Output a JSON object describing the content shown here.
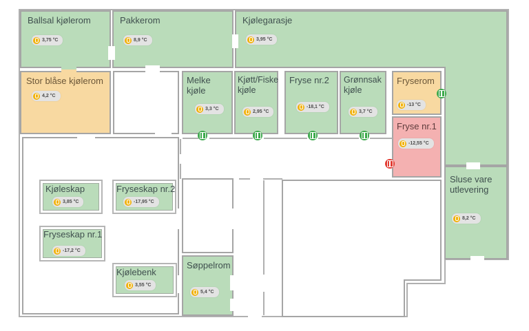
{
  "colors": {
    "room_ok": "#badcba",
    "room_warn": "#f8d9a1",
    "room_alert": "#f4b1b1",
    "wall": "#b0b0b0",
    "badge_bg": "#e3e3e3",
    "badge_icon": "#f2b20a",
    "door_ok": "#3da94c",
    "door_alert": "#e23b32"
  },
  "rooms": {
    "ballsal": {
      "name": "Ballsal kjølerom",
      "temp": "3,75 °C"
    },
    "pakkerom": {
      "name": "Pakkerom",
      "temp": "8,9 °C"
    },
    "kjolegarasje": {
      "name": "Kjølegarasje",
      "temp": "3,95 °C"
    },
    "stor_blase": {
      "name": "Stor blåse kjølerom",
      "temp": "4,2 °C"
    },
    "melke": {
      "name": "Melke kjøle",
      "temp": "3,3 °C"
    },
    "kjott_fiske": {
      "name": "Kjøtt/Fiske kjøle",
      "temp": "2,95 °C"
    },
    "fryse2": {
      "name": "Fryse  nr.2",
      "temp": "-18,1 °C"
    },
    "gronnsak": {
      "name": "Grønnsak kjøle",
      "temp": "3,7 °C"
    },
    "fryserom": {
      "name": "Fryserom",
      "temp": "-13 °C"
    },
    "fryse1": {
      "name": "Fryse  nr.1",
      "temp": "-12,55 °C"
    },
    "sluse": {
      "name": "Sluse vare utlevering",
      "temp": "8,2 °C"
    },
    "soppelrom": {
      "name": "Søppelrom",
      "temp": "5,4 °C"
    },
    "kjoleskap": {
      "name": "Kjøleskap",
      "temp": "3,85 °C"
    },
    "fryseskap2": {
      "name": "Fryseskap nr.2",
      "temp": "-17,95 °C"
    },
    "fryseskap1": {
      "name": "Fryseskap nr.1",
      "temp": "-17,2 °C"
    },
    "kjolebenk": {
      "name": "Kjølebenk",
      "temp": "3,55 °C"
    }
  },
  "door_sensors": [
    {
      "room": "Melke kjøle",
      "status": "ok"
    },
    {
      "room": "Kjøtt/Fiske kjøle",
      "status": "ok"
    },
    {
      "room": "Fryse nr.2",
      "status": "ok"
    },
    {
      "room": "Grønnsak kjøle",
      "status": "ok"
    },
    {
      "room": "Fryserom",
      "status": "ok"
    },
    {
      "room": "Fryse nr.1",
      "status": "alert"
    }
  ]
}
